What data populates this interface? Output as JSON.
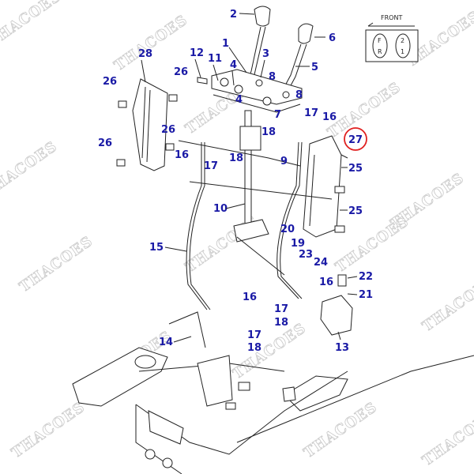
{
  "diagram": {
    "watermark": "THACOES",
    "front_label": "FRONT",
    "knob_left": [
      "F",
      "R"
    ],
    "knob_right": [
      "2",
      "1"
    ],
    "callouts": {
      "c1": "1",
      "c2": "2",
      "c3": "3",
      "c4a": "4",
      "c4b": "4",
      "c5": "5",
      "c6": "6",
      "c7": "7",
      "c8a": "8",
      "c8b": "8",
      "c9": "9",
      "c10": "10",
      "c11": "11",
      "c12": "12",
      "c13": "13",
      "c14": "14",
      "c15": "15",
      "c16a": "16",
      "c16b": "16",
      "c16c": "16",
      "c16d": "16",
      "c17a": "17",
      "c17b": "17",
      "c17c": "17",
      "c17d": "17",
      "c18a": "18",
      "c18b": "18",
      "c18c": "18",
      "c18d": "18",
      "c19": "19",
      "c20": "20",
      "c21": "21",
      "c22": "22",
      "c23": "23",
      "c24": "24",
      "c25a": "25",
      "c25b": "25",
      "c26a": "26",
      "c26b": "26",
      "c26c": "26",
      "c26d": "26",
      "c27": "27",
      "c28": "28"
    },
    "highlight_color": "#e02020",
    "callout_color": "#1a1aa6"
  }
}
